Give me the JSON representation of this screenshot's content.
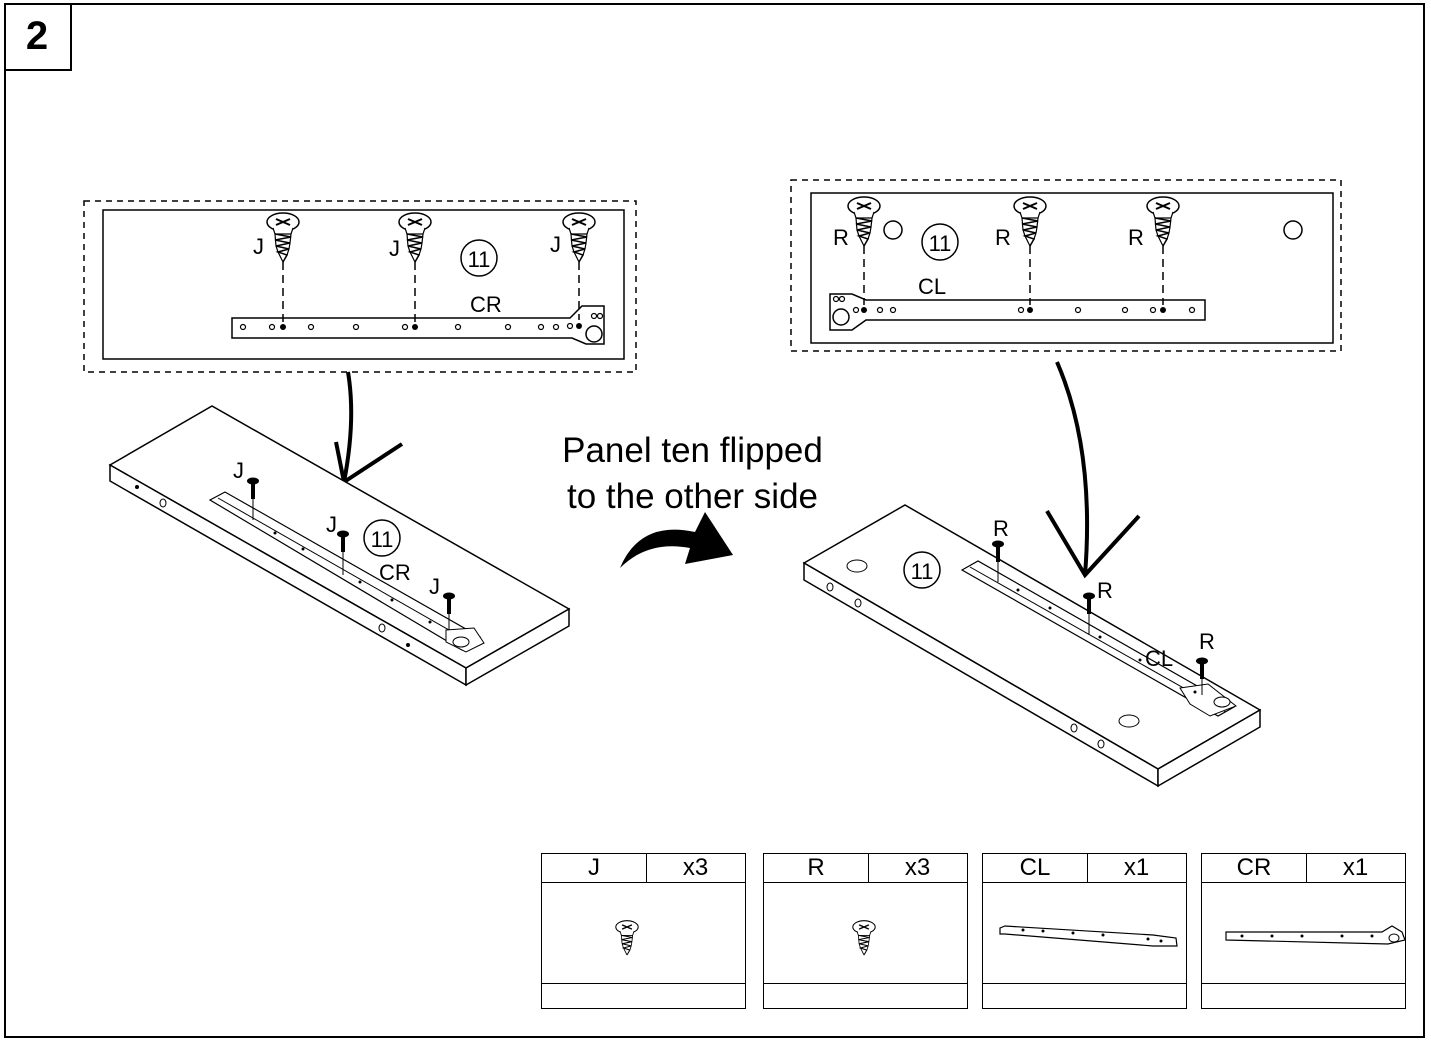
{
  "step_number": "2",
  "caption_line1": "Panel ten flipped",
  "caption_line2": "to the other side",
  "left_detail": {
    "screw_label": "J",
    "panel_number": "11",
    "rail_label": "CR"
  },
  "right_detail": {
    "screw_label": "R",
    "panel_number": "11",
    "rail_label": "CL"
  },
  "left_panel": {
    "screw_label": "J",
    "panel_number": "11",
    "rail_label": "CR"
  },
  "right_panel": {
    "screw_label": "R",
    "panel_number": "11",
    "rail_label": "CL"
  },
  "parts": [
    {
      "name": "J",
      "qty": "x3",
      "icon": "screw-icon"
    },
    {
      "name": "R",
      "qty": "x3",
      "icon": "screw-icon"
    },
    {
      "name": "CL",
      "qty": "x1",
      "icon": "left-rail-icon"
    },
    {
      "name": "CR",
      "qty": "x1",
      "icon": "right-rail-icon"
    }
  ]
}
